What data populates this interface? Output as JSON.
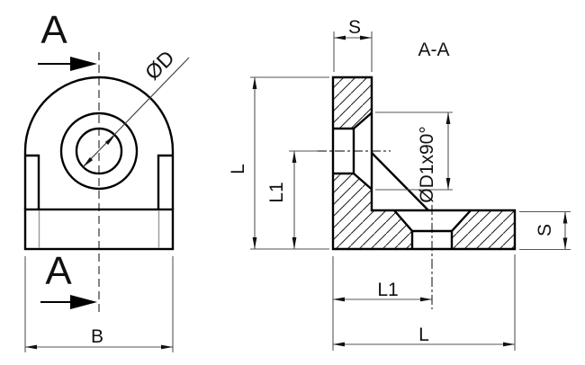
{
  "drawing": {
    "type": "engineering-section-drawing",
    "front_view": {
      "section_letter_top": "A",
      "section_letter_bottom": "A",
      "hole_diameter_label": "ØD",
      "width_label": "B"
    },
    "section_view": {
      "title": "A-A",
      "leg_thickness_label_top": "S",
      "leg_thickness_label_right": "S",
      "countersink_label": "ØD1x90°",
      "height_label": "L",
      "hole_height_label": "L1",
      "hole_offset_label": "L1",
      "length_label": "L"
    },
    "colors": {
      "object_line": "#000000",
      "dimension_line": "#555555",
      "centerline": "#333333",
      "background": "#ffffff"
    }
  }
}
